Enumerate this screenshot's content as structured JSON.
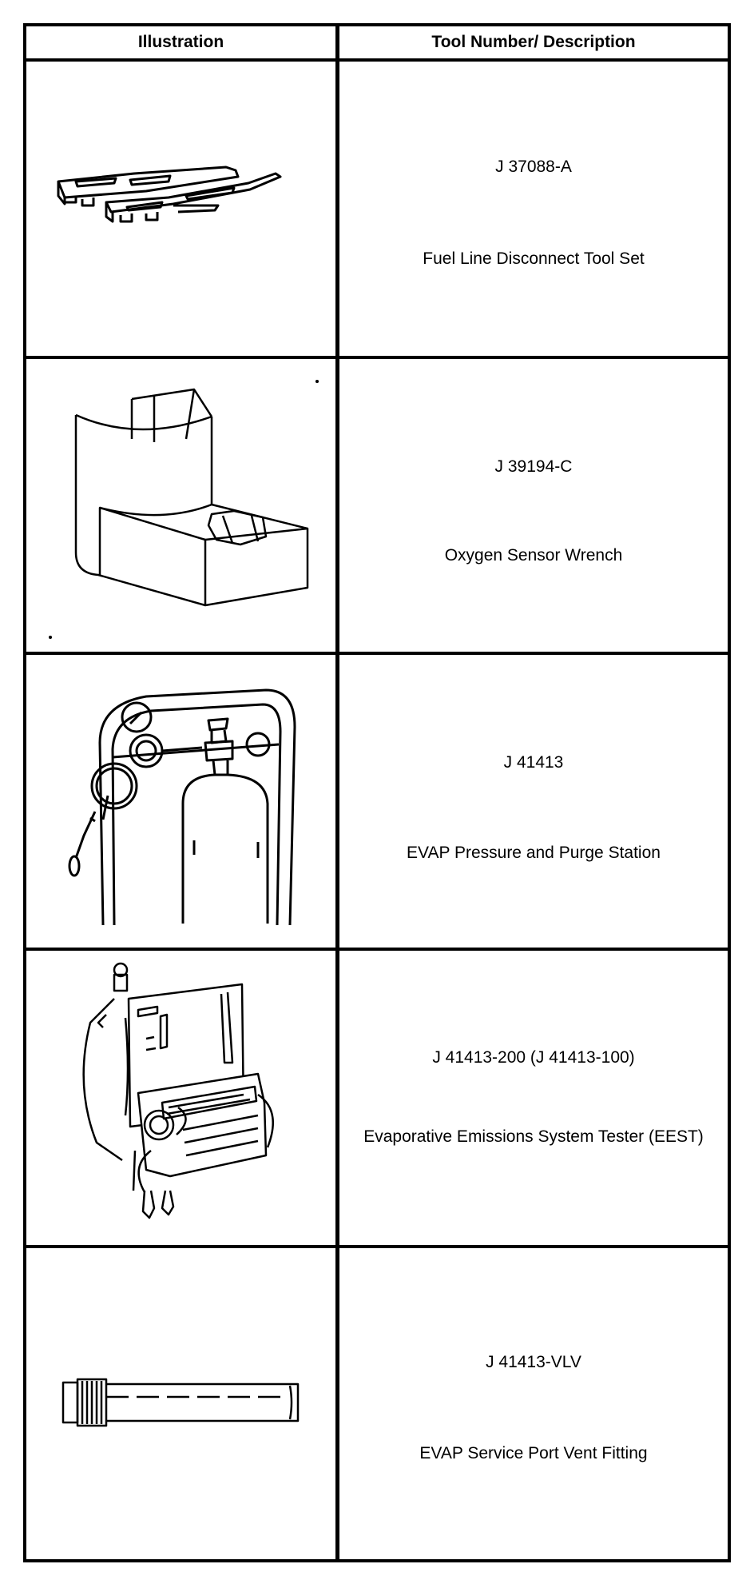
{
  "header": {
    "illustration": "Illustration",
    "tool": "Tool Number/ Description"
  },
  "rows": [
    {
      "number": "J 37088-A",
      "description": "Fuel Line Disconnect Tool Set",
      "icon": "fuel-line-disconnect-tool-icon"
    },
    {
      "number": "J 39194-C",
      "description": "Oxygen Sensor Wrench",
      "icon": "oxygen-sensor-wrench-icon"
    },
    {
      "number": "J 41413",
      "description": "EVAP Pressure and Purge Station",
      "icon": "evap-purge-station-icon"
    },
    {
      "number": "J 41413-200 (J 41413-100)",
      "description": "Evaporative Emissions System Tester (EEST)",
      "icon": "emissions-tester-icon"
    },
    {
      "number": "J 41413-VLV",
      "description": "EVAP Service Port Vent Fitting",
      "icon": "vent-fitting-icon"
    }
  ]
}
